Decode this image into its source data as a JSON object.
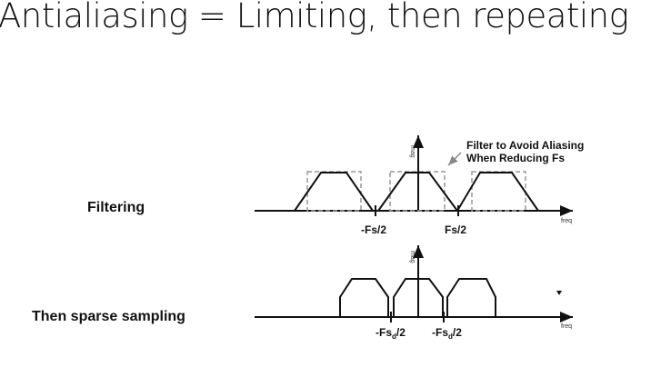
{
  "title": "Antialiasing = Limiting, then repeating",
  "rows": {
    "filtering": "Filtering",
    "sampling": "Then sparse sampling"
  },
  "top_plot": {
    "y_axis": "mag",
    "x_axis": "freq",
    "tick_left": "-Fs/2",
    "tick_right": "Fs/2",
    "annotation_line1": "Filter to Avoid Aliasing",
    "annotation_line2": "When Reducing Fs"
  },
  "bottom_plot": {
    "y_axis": "mag",
    "x_axis": "freq",
    "tick_left_prefix": "-Fs",
    "tick_left_sub": "d",
    "tick_left_suffix": "/2",
    "tick_right_prefix": "-Fs",
    "tick_right_sub": "d",
    "tick_right_suffix": "/2"
  }
}
